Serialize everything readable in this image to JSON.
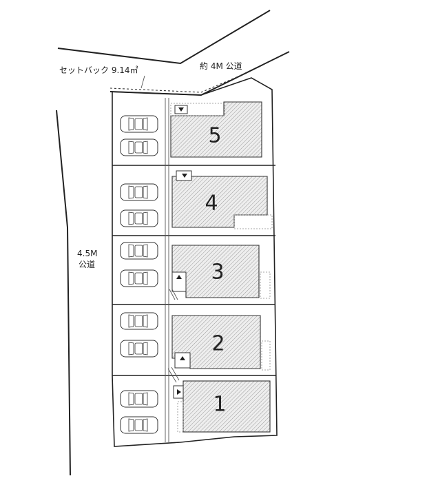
{
  "roads": {
    "north_label": "約 4M 公道",
    "west_label_line1": "4.5M",
    "west_label_line2": "公道"
  },
  "setback": {
    "label": "セットバック 9.14㎡"
  },
  "lots": [
    {
      "id": "lot-1",
      "number": "1"
    },
    {
      "id": "lot-2",
      "number": "2"
    },
    {
      "id": "lot-3",
      "number": "3"
    },
    {
      "id": "lot-4",
      "number": "4"
    },
    {
      "id": "lot-5",
      "number": "5"
    }
  ],
  "colors": {
    "line": "#222222",
    "hatch": "#9a9a9a",
    "background": "#ffffff"
  }
}
